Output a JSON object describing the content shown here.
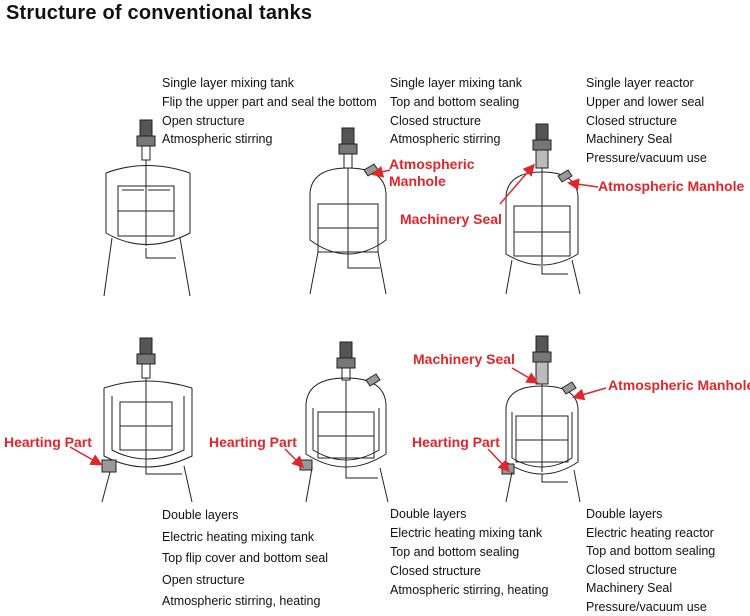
{
  "title": "Structure of conventional tanks",
  "colors": {
    "callout": "#e0262b",
    "line": "#222222"
  },
  "top_row": [
    {
      "features": [
        "Single layer mixing tank",
        "Flip the upper part and seal the bottom",
        "Open structure",
        "Atmospheric stirring"
      ]
    },
    {
      "features": [
        "Single layer mixing tank",
        "Top and bottom sealing",
        "Closed structure",
        "Atmospheric stirring"
      ]
    },
    {
      "features": [
        "Single layer reactor",
        "Upper and lower seal",
        "Closed structure",
        "Machinery Seal",
        "Pressure/vacuum use"
      ]
    }
  ],
  "bottom_row": [
    {
      "features": [
        "Double layers",
        "Electric heating mixing tank",
        "Top flip cover and bottom seal",
        "Open structure",
        "Atmospheric stirring, heating"
      ]
    },
    {
      "features": [
        "Double layers",
        "Electric heating mixing tank",
        "Top and bottom sealing",
        "Closed structure",
        "Atmospheric stirring, heating"
      ]
    },
    {
      "features": [
        "Double layers",
        "Electric heating reactor",
        "Top and bottom sealing",
        "Closed structure",
        "Machinery Seal",
        "Pressure/vacuum use"
      ]
    }
  ],
  "callouts": {
    "atmospheric_manhole_1_line1": "Atmospheric",
    "atmospheric_manhole_1_line2": "Manhole",
    "machinery_seal_1": "Machinery Seal",
    "atmospheric_manhole_2": "Atmospheric Manhole",
    "heating_part_1": "Hearting Part",
    "heating_part_2": "Hearting Part",
    "heating_part_3": "Hearting Part",
    "machinery_seal_2": "Machinery Seal",
    "atmospheric_manhole_3": "Atmospheric Manhole"
  }
}
